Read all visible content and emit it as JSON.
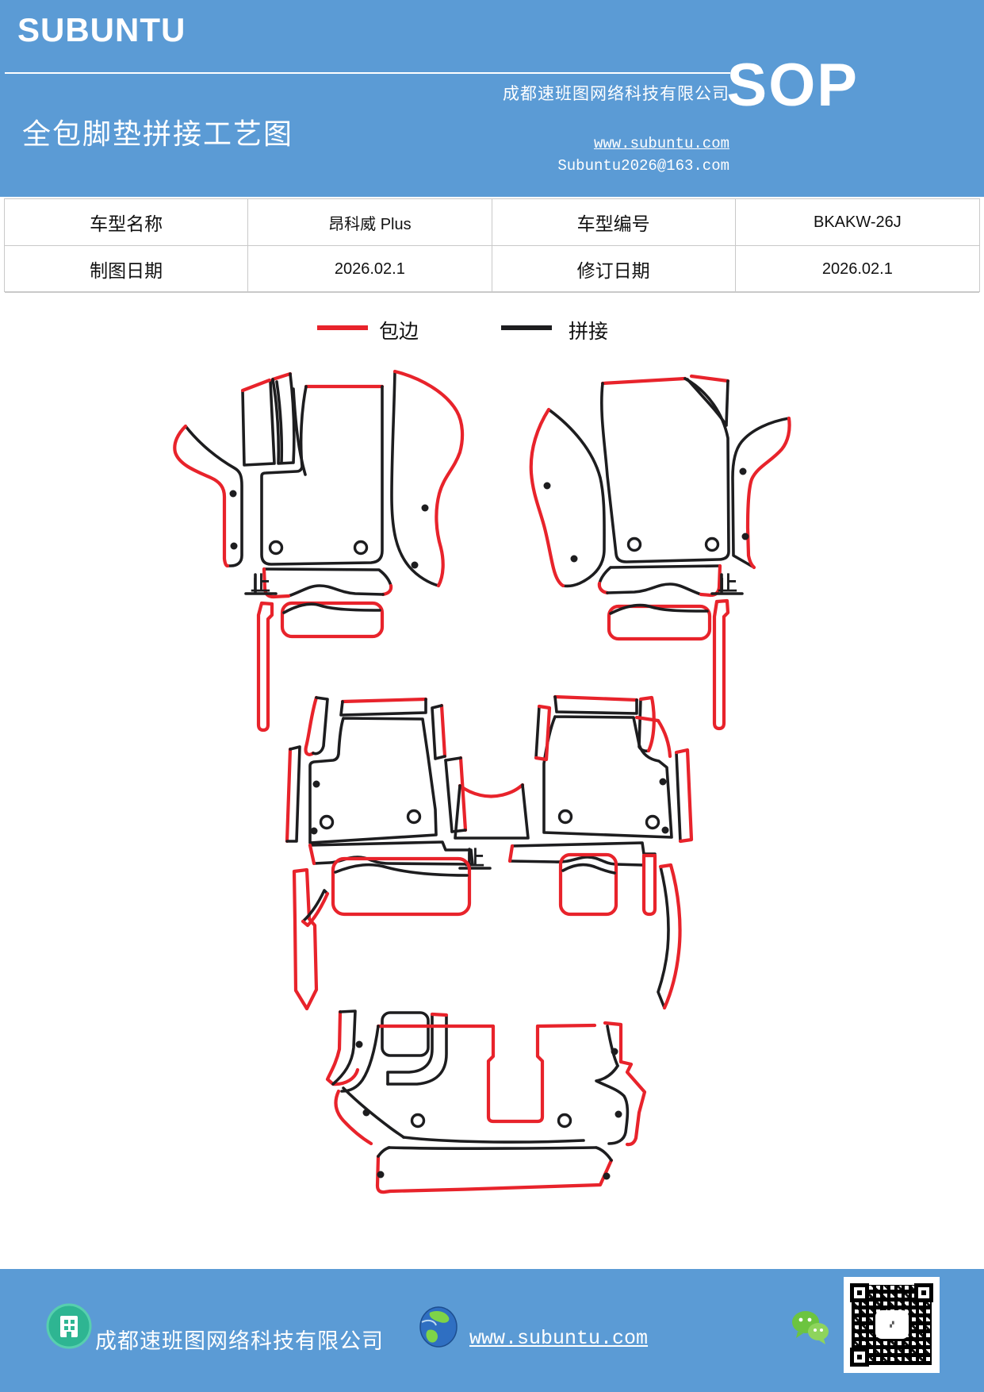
{
  "colors": {
    "header_blue": "#5b9bd5",
    "binding_red": "#e8232b",
    "splice_black": "#1d1d1f",
    "table_border": "#c9c9c9",
    "wechat_green": "#6cc440",
    "building_teal": "#2eb592"
  },
  "header": {
    "brand": "SUBUNTU",
    "title": "全包脚垫拼接工艺图",
    "company": "成都速班图网络科技有限公司",
    "website": "www.subuntu.com",
    "email": "Subuntu2026@163.com",
    "sop": "SOP"
  },
  "info_table": {
    "rows": [
      {
        "c1": "车型名称",
        "c2": "昂科威 Plus",
        "c3": "车型编号",
        "c4": "BKAKW-26J"
      },
      {
        "c1": "制图日期",
        "c2": "2026.02.1",
        "c3": "修订日期",
        "c4": "2026.02.1"
      }
    ]
  },
  "legend": {
    "items": [
      {
        "label": "包边",
        "color": "#e8232b"
      },
      {
        "label": "拼接",
        "color": "#1d1d1f"
      }
    ]
  },
  "diagram": {
    "stop_mark": "止"
  },
  "footer": {
    "company": "成都速班图网络科技有限公司",
    "website": "www.subuntu.com"
  }
}
